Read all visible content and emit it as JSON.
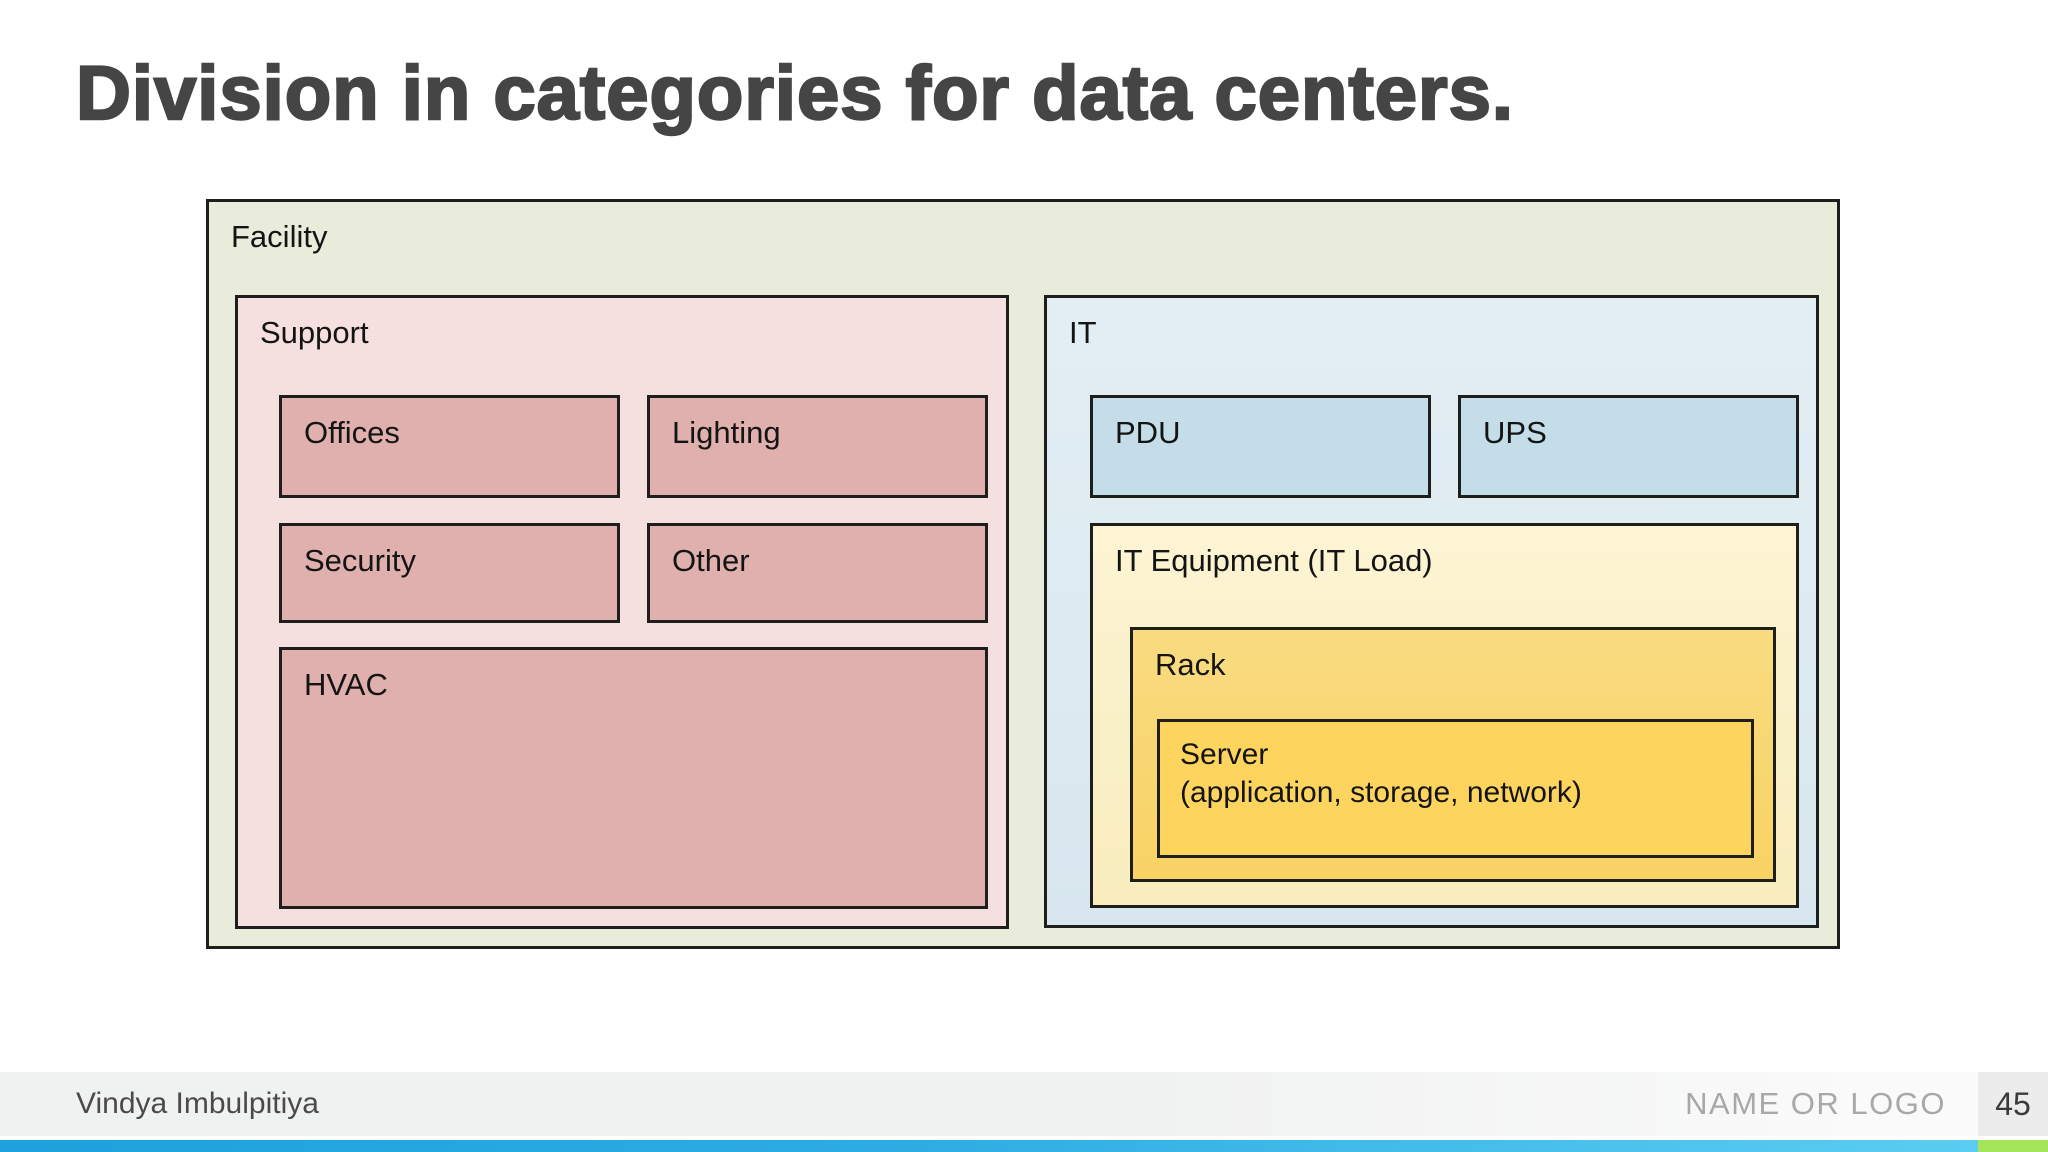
{
  "slide": {
    "title": "Division in categories for data centers."
  },
  "diagram": {
    "facility_label": "Facility",
    "support_label": "Support",
    "offices_label": "Offices",
    "lighting_label": "Lighting",
    "security_label": "Security",
    "other_label": "Other",
    "hvac_label": "HVAC",
    "it_label": "IT",
    "pdu_label": "PDU",
    "ups_label": "UPS",
    "it_equipment_label": "IT Equipment (IT Load)",
    "rack_label": "Rack",
    "server_label": "Server",
    "server_sublabel": "(application, storage, network)"
  },
  "footer": {
    "author": "Vindya Imbulpitiya",
    "brand": "NAME OR LOGO",
    "page_number": "45"
  },
  "colors": {
    "title_text": "#454545",
    "facility_bg": "#e9ecdb",
    "support_bg": "#f5dfdf",
    "support_item_bg": "#e0b0ae",
    "it_bg": "#dde9f0",
    "it_item_bg": "#c4dde8",
    "it_equipment_bg": "#fbf1c9",
    "rack_bg": "#f8d76f",
    "server_bg": "#fdd55e",
    "box_border": "#1e1e1c",
    "footer_strip_bg": "#f0f1f1",
    "page_chip_bg": "#ececec",
    "bar_blue": "#2cace2",
    "bar_green": "#a5e55a"
  }
}
